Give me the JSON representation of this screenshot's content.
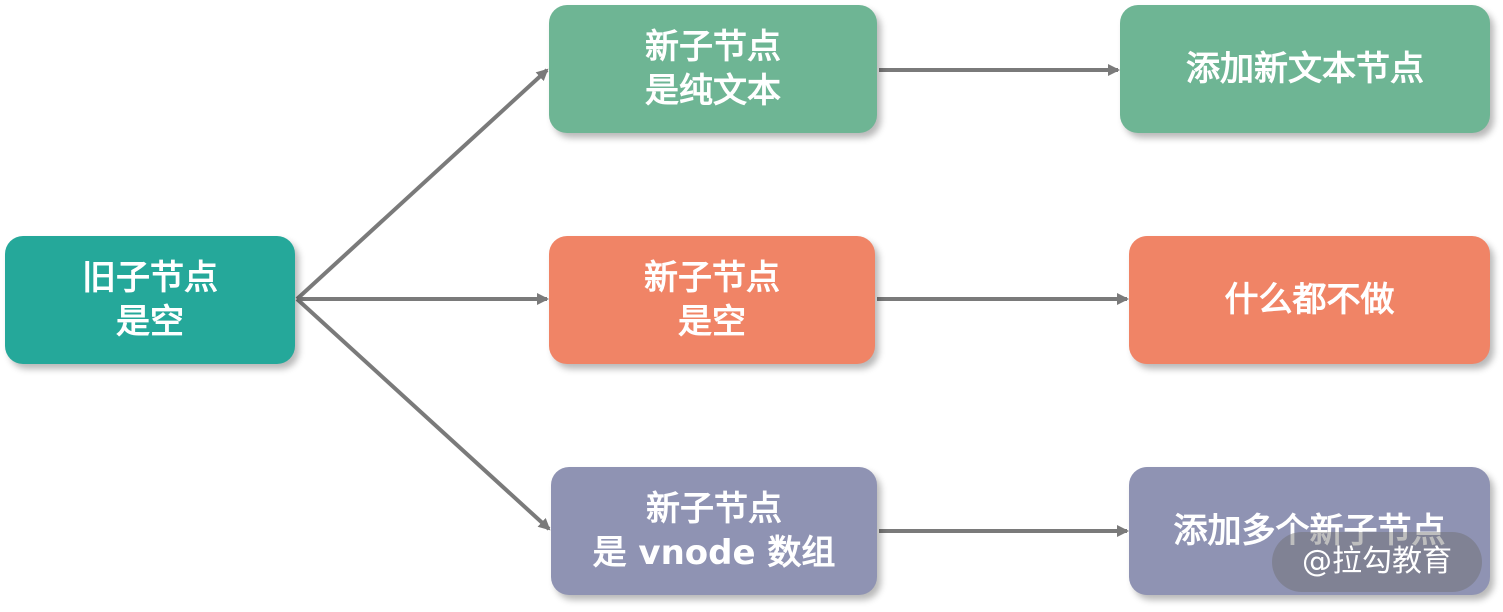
{
  "colors": {
    "teal": "#25a89a",
    "green": "#6eb594",
    "orange": "#f08466",
    "purple": "#8f93b3",
    "arrow": "#7a7a7a"
  },
  "nodes": {
    "old_children_empty": {
      "line1": "旧子节点",
      "line2": "是空"
    },
    "new_text": {
      "line1": "新子节点",
      "line2": "是纯文本"
    },
    "new_empty": {
      "line1": "新子节点",
      "line2": "是空"
    },
    "new_array": {
      "line1": "新子节点",
      "line2": "是 vnode 数组"
    },
    "result_text": {
      "line1": "添加新文本节点"
    },
    "result_empty": {
      "line1": "什么都不做"
    },
    "result_array": {
      "line1": "添加多个新子节点"
    }
  },
  "watermark": {
    "text": "@拉勾教育"
  }
}
